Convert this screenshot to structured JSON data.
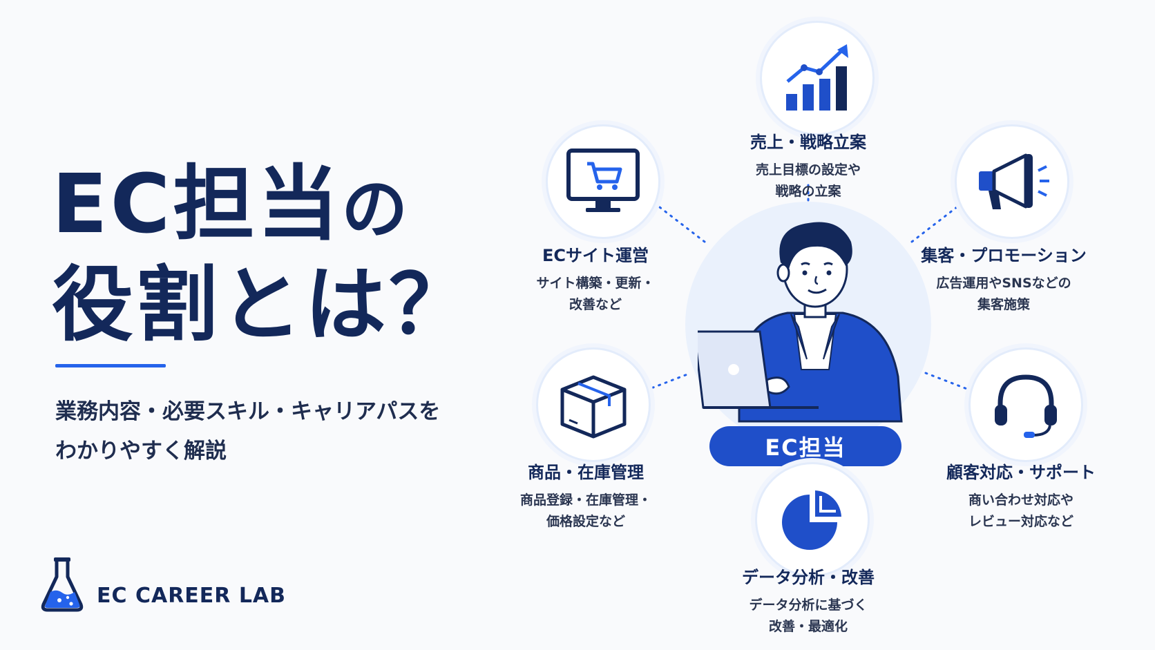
{
  "title": {
    "line1": "EC担当",
    "line1_suffix": "の",
    "line2": "役割とは？"
  },
  "subtitle": {
    "line1": "業務内容・必要スキル・キャリアパスを",
    "line2": "わかりやすく解説"
  },
  "brand": {
    "name": "EC CAREER LAB"
  },
  "center": {
    "label": "EC担当"
  },
  "roles": {
    "sales": {
      "title": "売上・戦略立案",
      "desc1": "売上目標の設定や",
      "desc2": "戦略の立案"
    },
    "site": {
      "title": "ECサイト運営",
      "desc1": "サイト構築・更新・",
      "desc2": "改善など"
    },
    "promo": {
      "title": "集客・プロモーション",
      "desc1": "広告運用やSNSなどの",
      "desc2": "集客施策"
    },
    "product": {
      "title": "商品・在庫管理",
      "desc1": "商品登録・在庫管理・",
      "desc2": "価格設定など"
    },
    "support": {
      "title": "顧客対応・サポート",
      "desc1": "商い合わせ対応や",
      "desc2": "レビュー対応など"
    },
    "data": {
      "title": "データ分析・改善",
      "desc1": "データ分析に基づく",
      "desc2": "改善・最適化"
    }
  },
  "colors": {
    "navy": "#13285a",
    "accent": "#2563eb",
    "pill": "#1f4fc9",
    "halo": "#eaf1fc"
  },
  "icons": [
    "bar-chart-icon",
    "shopping-cart-monitor-icon",
    "megaphone-icon",
    "package-box-icon",
    "headset-icon",
    "pie-chart-icon",
    "flask-icon",
    "person-laptop-icon"
  ]
}
